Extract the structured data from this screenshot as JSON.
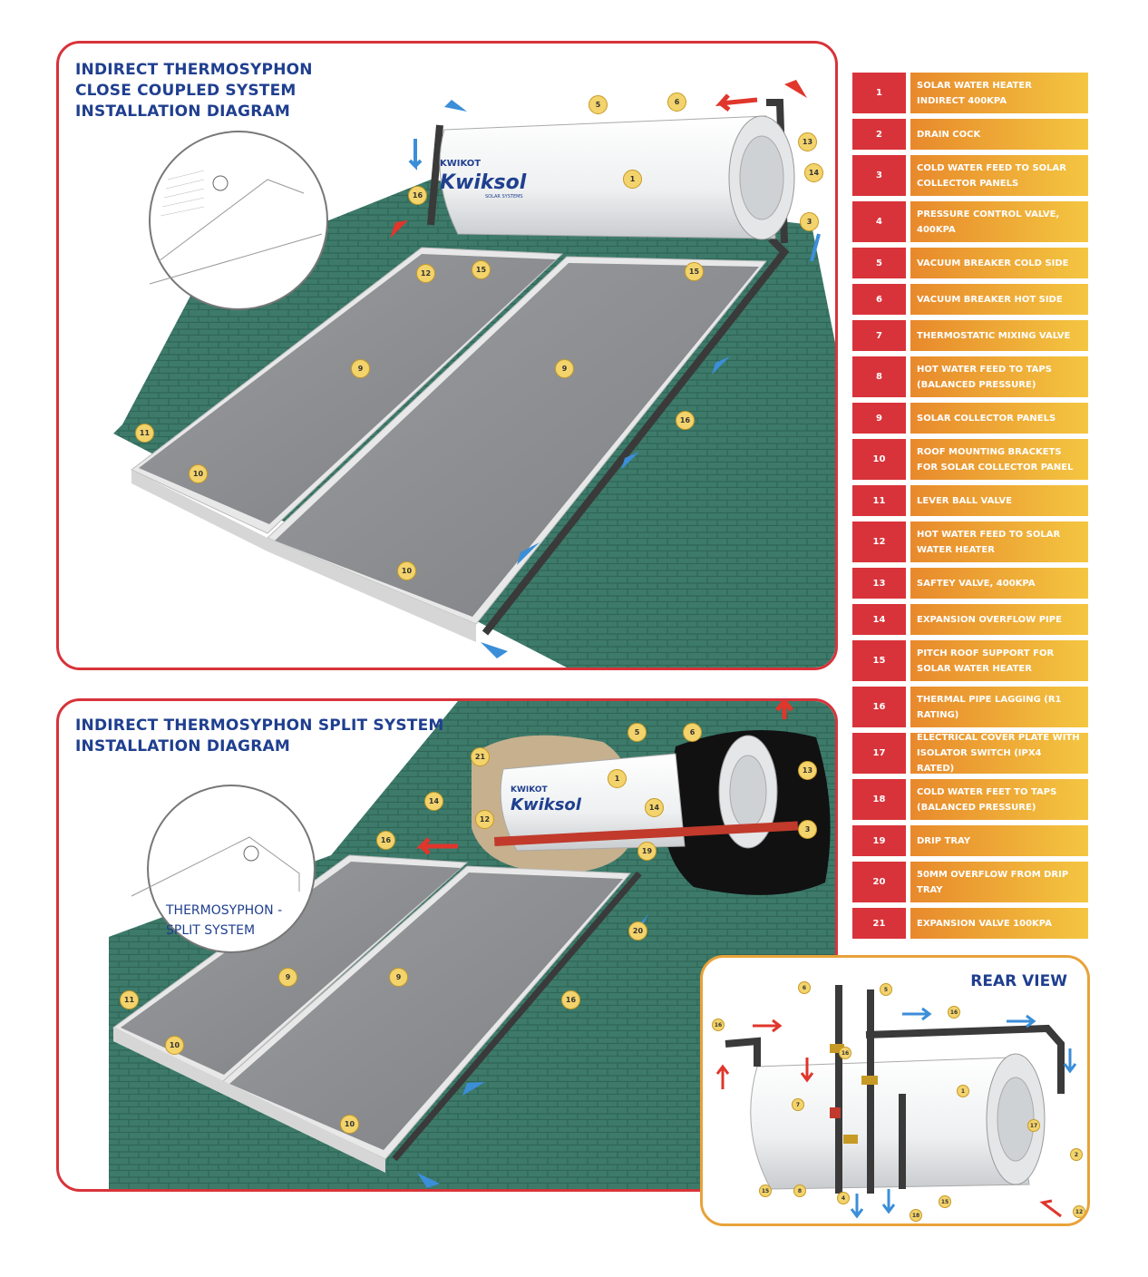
{
  "top_panel": {
    "title_lines": [
      "INDIRECT THERMOSYPHON",
      "CLOSE COUPLED SYSTEM",
      "INSTALLATION DIAGRAM"
    ],
    "brand_top": "KWIKOT",
    "brand_name": "Kwiksol",
    "brand_sub": "SOLAR SYSTEMS",
    "callouts": [
      "5",
      "6",
      "13",
      "14",
      "1",
      "16",
      "3",
      "12",
      "15",
      "15",
      "9",
      "9",
      "16",
      "11",
      "10",
      "10"
    ]
  },
  "split_panel": {
    "title_lines": [
      "INDIRECT THERMOSYPHON SPLIT SYSTEM",
      "INSTALLATION DIAGRAM"
    ],
    "inset_label_lines": [
      "THERMOSYPHON -",
      "SPLIT SYSTEM"
    ],
    "brand_top": "KWIKOT",
    "brand_name": "Kwiksol",
    "callouts": [
      "5",
      "6",
      "21",
      "1",
      "13",
      "14",
      "14",
      "12",
      "16",
      "3",
      "19",
      "20",
      "9",
      "9",
      "16",
      "11",
      "10",
      "10"
    ]
  },
  "rear_panel": {
    "title": "REAR VIEW",
    "callouts": [
      "6",
      "5",
      "16",
      "16",
      "16",
      "1",
      "7",
      "17",
      "2",
      "15",
      "8",
      "4",
      "18",
      "15",
      "12"
    ]
  },
  "legend": [
    {
      "num": "1",
      "label": "SOLAR WATER HEATER INDIRECT 400KPA"
    },
    {
      "num": "2",
      "label": "DRAIN COCK"
    },
    {
      "num": "3",
      "label": "COLD WATER FEED TO SOLAR COLLECTOR PANELS"
    },
    {
      "num": "4",
      "label": "PRESSURE CONTROL VALVE, 400KPA"
    },
    {
      "num": "5",
      "label": "VACUUM BREAKER COLD SIDE"
    },
    {
      "num": "6",
      "label": "VACUUM BREAKER HOT SIDE"
    },
    {
      "num": "7",
      "label": "THERMOSTATIC MIXING VALVE"
    },
    {
      "num": "8",
      "label": "HOT WATER FEED TO TAPS (BALANCED PRESSURE)"
    },
    {
      "num": "9",
      "label": "SOLAR COLLECTOR PANELS"
    },
    {
      "num": "10",
      "label": "ROOF MOUNTING BRACKETS FOR SOLAR COLLECTOR PANEL"
    },
    {
      "num": "11",
      "label": "LEVER BALL VALVE"
    },
    {
      "num": "12",
      "label": "HOT WATER FEED TO SOLAR WATER HEATER"
    },
    {
      "num": "13",
      "label": "SAFTEY VALVE, 400KPA"
    },
    {
      "num": "14",
      "label": "EXPANSION OVERFLOW PIPE"
    },
    {
      "num": "15",
      "label": "PITCH ROOF SUPPORT FOR SOLAR WATER HEATER"
    },
    {
      "num": "16",
      "label": "THERMAL PIPE LAGGING (R1 RATING)"
    },
    {
      "num": "17",
      "label": "ELECTRICAL COVER PLATE WITH ISOLATOR SWITCH (IPX4 RATED)"
    },
    {
      "num": "18",
      "label": "COLD WATER FEET TO TAPS (BALANCED PRESSURE)"
    },
    {
      "num": "19",
      "label": "DRIP TRAY"
    },
    {
      "num": "20",
      "label": "50MM OVERFLOW FROM DRIP TRAY"
    },
    {
      "num": "21",
      "label": "EXPANSION VALVE 100KPA"
    }
  ],
  "colors": {
    "frame_red": "#d8333a",
    "frame_orange": "#e8a23a",
    "title_blue": "#1f3f8f",
    "roof_green": "#3d7a6a",
    "panel_grey": "#8d8f92",
    "arrow_red": "#e0362c",
    "arrow_blue": "#3b8ed8"
  }
}
